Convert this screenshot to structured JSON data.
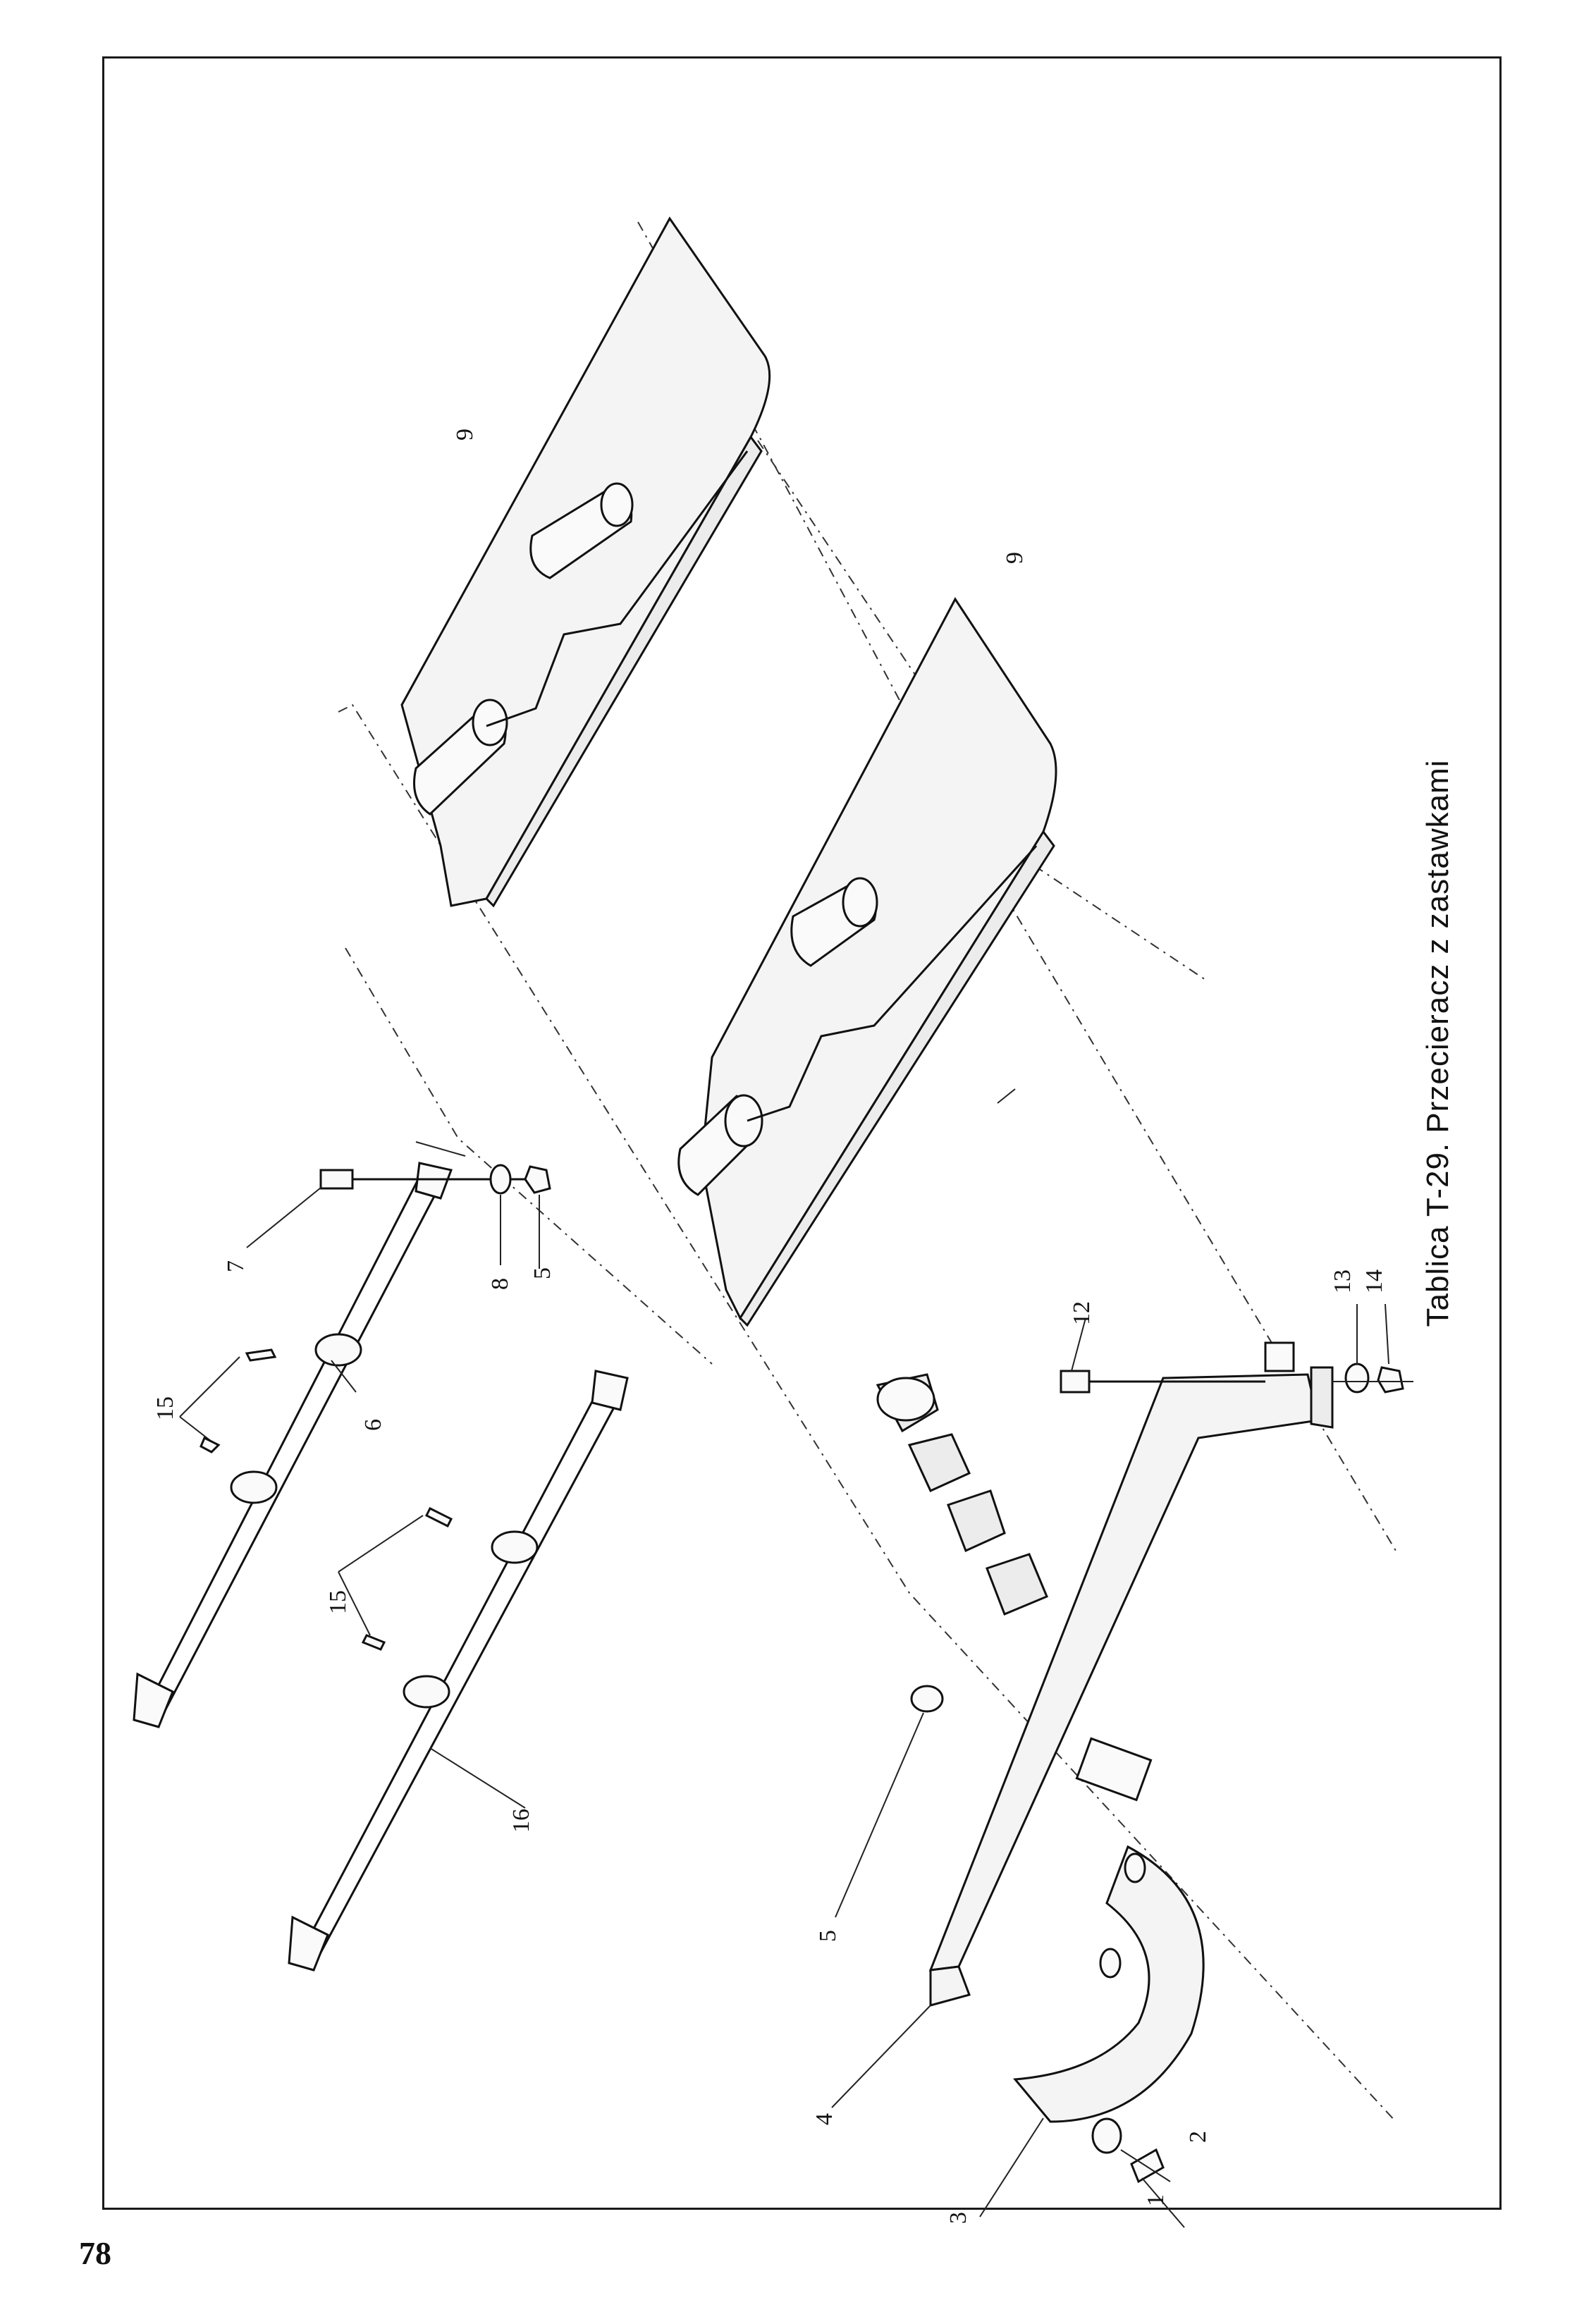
{
  "caption": "Tablica T-29. Przecieracz z zastawkami",
  "page_number": "78",
  "callouts": {
    "c1": "1",
    "c2": "2",
    "c3": "3",
    "c4": "4",
    "c5a": "5",
    "c5b": "5",
    "c6": "6",
    "c7": "7",
    "c8": "8",
    "c9a": "9",
    "c9b": "9",
    "c12": "12",
    "c13": "13",
    "c14": "14",
    "c15a": "15",
    "c15b": "15",
    "c16": "16"
  }
}
